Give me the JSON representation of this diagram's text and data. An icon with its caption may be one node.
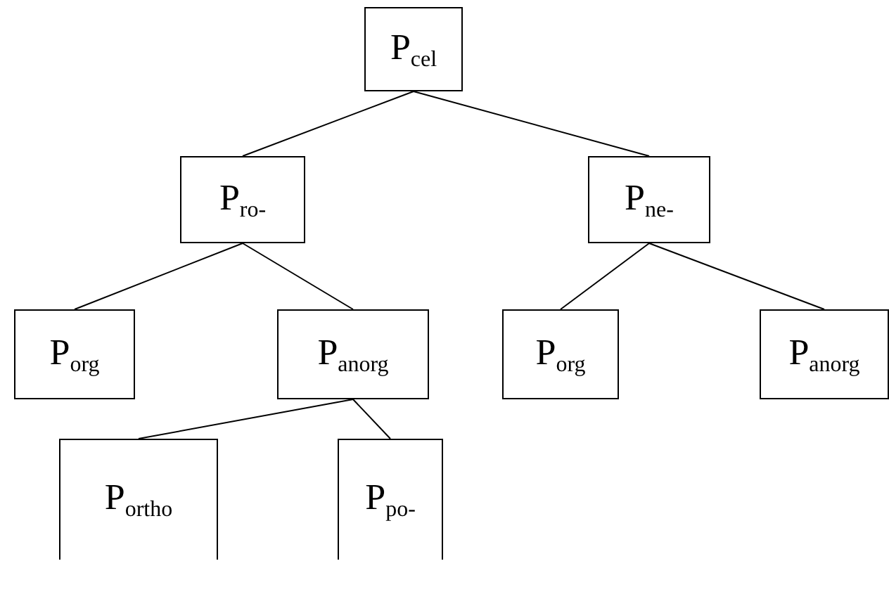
{
  "diagram": {
    "nodes": [
      {
        "text": [
          "P$_{cel}$"
        ]
      },
      {
        "text": [
          "P$_{ro-}$"
        ]
      },
      {
        "text": [
          "P$_{ne-}$"
        ]
      },
      {
        "text": [
          "P$_{org}$"
        ]
      },
      {
        "text": [
          "P$_{anorg}$"
        ]
      },
      {
        "text": [
          "P$_{org}$"
        ]
      },
      {
        "text": [
          "P$_{anorg}$"
        ]
      },
      {
        "text": [
          "P$_{ortho}$"
        ]
      },
      {
        "text": [
          "P$_{po-}$"
        ]
      }
    ],
    "edges": [
      {
        "from": 0,
        "to": 1,
        "arrow": "none"
      },
      {
        "from": 0,
        "to": 2,
        "arrow": "none"
      },
      {
        "from": 1,
        "to": 3,
        "arrow": "none"
      },
      {
        "from": 1,
        "to": 4,
        "arrow": "none"
      },
      {
        "from": 2,
        "to": 5,
        "arrow": "none"
      },
      {
        "from": 2,
        "to": 6,
        "arrow": "none"
      },
      {
        "from": 4,
        "to": 7,
        "arrow": "none"
      },
      {
        "from": 4,
        "to": 8,
        "arrow": "none"
      }
    ]
  }
}
